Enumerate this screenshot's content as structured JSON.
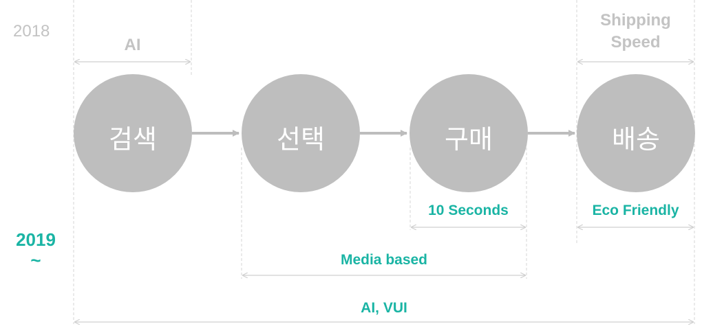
{
  "years": {
    "past": "2018",
    "current": "2019",
    "current_suffix": "~"
  },
  "stages": [
    {
      "label": "검색"
    },
    {
      "label": "선택"
    },
    {
      "label": "구매"
    },
    {
      "label": "배송"
    }
  ],
  "spans_2018": [
    {
      "label": "AI"
    },
    {
      "label_line1": "Shipping",
      "label_line2": "Speed"
    }
  ],
  "spans_2019": [
    {
      "label": "10 Seconds"
    },
    {
      "label": "Eco Friendly"
    },
    {
      "label": "Media based"
    },
    {
      "label": "AI, VUI"
    }
  ],
  "colors": {
    "circle": "#bebebe",
    "past": "#c3c3c3",
    "current": "#1ab4a4",
    "arrow": "#bdbdbd",
    "guide": "#d6d6d6"
  }
}
